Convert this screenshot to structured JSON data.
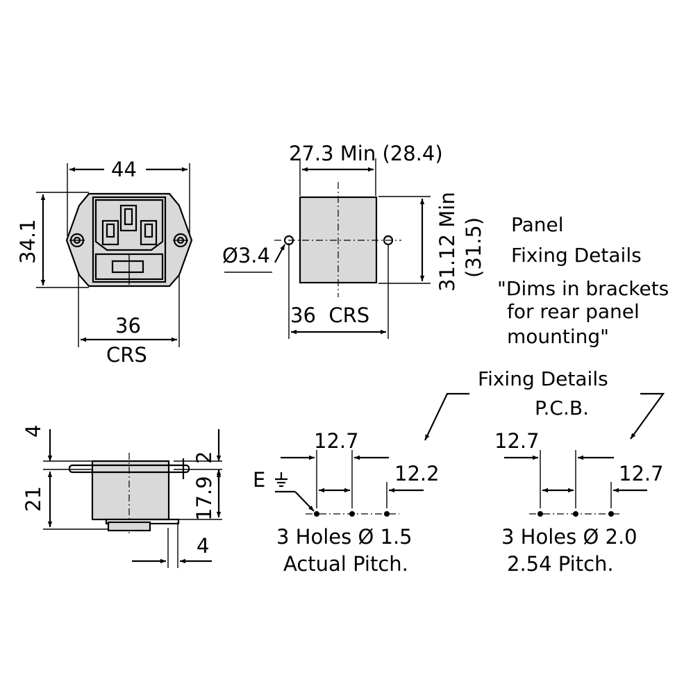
{
  "front_view": {
    "width_dim": "44",
    "height_dim": "34.1",
    "crs_value": "36",
    "crs_label": "CRS"
  },
  "panel_cutout": {
    "width_dim": "27.3 Min (28.4)",
    "height_dim": "31.12 Min",
    "height_bracket": "(31.5)",
    "hole_dim": "Ø3.4",
    "crs_dim": "36  CRS"
  },
  "panel_note": {
    "line1": "Panel",
    "line2": "Fixing Details",
    "line3": "\"Dims in brackets",
    "line4": "for rear panel",
    "line5": "mounting\""
  },
  "side_view": {
    "dim_top": "4",
    "dim_overall": "21",
    "dim_flange": "2",
    "dim_body": "17.9",
    "dim_bottom": "4"
  },
  "pcb": {
    "title_line1": "Fixing Details",
    "title_line2": "P.C.B.",
    "earth_label": "E",
    "left": {
      "pitch_1": "12.7",
      "pitch_2": "12.2",
      "holes": "3 Holes Ø 1.5",
      "pitch_type": "Actual Pitch."
    },
    "right": {
      "pitch_1": "12.7",
      "pitch_2": "12.7",
      "holes": "3 Holes Ø 2.0",
      "pitch_type": "2.54 Pitch."
    }
  }
}
